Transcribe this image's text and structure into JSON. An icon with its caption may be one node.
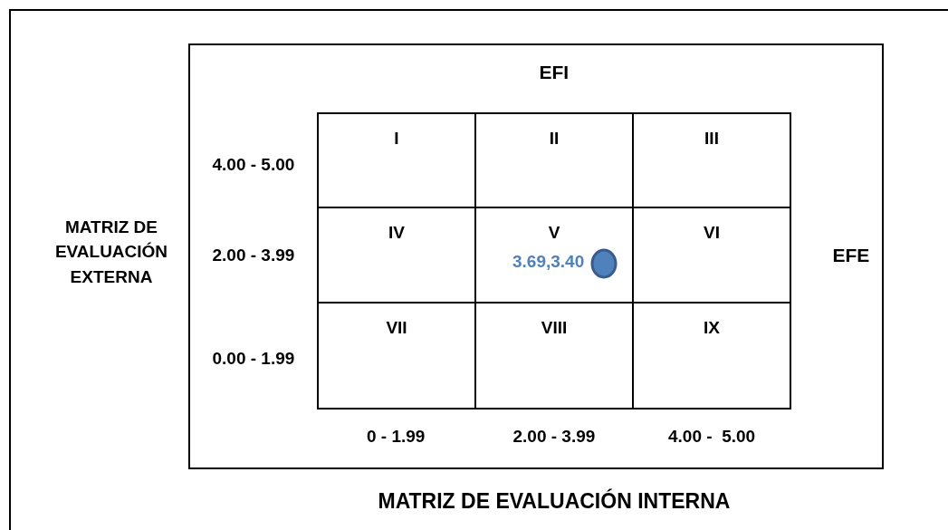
{
  "diagram": {
    "nodes": [
      {
        "text": [
          "I"
        ]
      },
      {
        "text": [
          "II"
        ]
      },
      {
        "text": [
          "III"
        ]
      },
      {
        "text": [
          "IV"
        ]
      },
      {
        "text": [
          "V",
          "3.69,3.40"
        ]
      },
      {
        "text": [
          "VI"
        ]
      },
      {
        "text": [
          "VII"
        ]
      },
      {
        "text": [
          "VIII"
        ]
      },
      {
        "text": [
          "IX"
        ]
      }
    ],
    "labels": [
      "EFI",
      "4.00 - 5.00",
      "MATRIZ DE EVALUACIÓN EXTERNA",
      "2.00 - 3.99",
      "EFE",
      "0.00 - 1.99",
      "0 - 1.99",
      "2.00 - 3.99",
      "4.00 -  5.00",
      "MATRIZ DE EVALUACIÓN INTERNA"
    ]
  }
}
